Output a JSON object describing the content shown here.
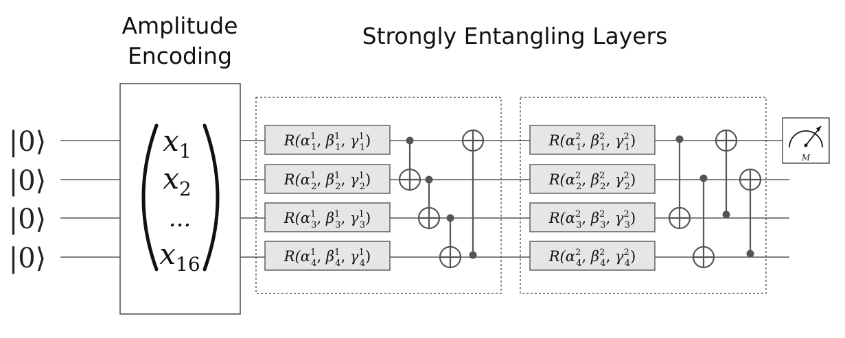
{
  "titles": {
    "encoding_line1": "Amplitude",
    "encoding_line2": "Encoding",
    "layers": "Strongly Entangling Layers"
  },
  "inputs": [
    "|0⟩",
    "|0⟩",
    "|0⟩",
    "|0⟩"
  ],
  "vector": {
    "entries": [
      {
        "base": "x",
        "sub": "1"
      },
      {
        "base": "x",
        "sub": "2"
      },
      {
        "base": "...",
        "sub": ""
      },
      {
        "base": "x",
        "sub": "16"
      }
    ]
  },
  "layers": [
    {
      "index": "1",
      "gates": [
        {
          "prefix": "R(",
          "a": "α",
          "b": "β",
          "c": "γ",
          "sup": "1",
          "sub": "1",
          "suffix": ")"
        },
        {
          "prefix": "R(",
          "a": "α",
          "b": "β",
          "c": "γ",
          "sup": "1",
          "sub": "2",
          "suffix": ")"
        },
        {
          "prefix": "R(",
          "a": "α",
          "b": "β",
          "c": "γ",
          "sup": "1",
          "sub": "3",
          "suffix": ")"
        },
        {
          "prefix": "R(",
          "a": "α",
          "b": "β",
          "c": "γ",
          "sup": "1",
          "sub": "4",
          "suffix": ")"
        }
      ],
      "cnots": [
        {
          "control": 0,
          "target": 1
        },
        {
          "control": 1,
          "target": 2
        },
        {
          "control": 2,
          "target": 3
        },
        {
          "control": 3,
          "target": 0
        }
      ]
    },
    {
      "index": "2",
      "gates": [
        {
          "prefix": "R(",
          "a": "α",
          "b": "β",
          "c": "γ",
          "sup": "2",
          "sub": "1",
          "suffix": ")"
        },
        {
          "prefix": "R(",
          "a": "α",
          "b": "β",
          "c": "γ",
          "sup": "2",
          "sub": "2",
          "suffix": ")"
        },
        {
          "prefix": "R(",
          "a": "α",
          "b": "β",
          "c": "γ",
          "sup": "2",
          "sub": "3",
          "suffix": ")"
        },
        {
          "prefix": "R(",
          "a": "α",
          "b": "β",
          "c": "γ",
          "sup": "2",
          "sub": "4",
          "suffix": ")"
        }
      ],
      "cnots": [
        {
          "control": 0,
          "target": 2
        },
        {
          "control": 1,
          "target": 3
        },
        {
          "control": 2,
          "target": 0
        },
        {
          "control": 3,
          "target": 1
        }
      ]
    }
  ],
  "measurement": {
    "label": "M",
    "icon": "meter-icon"
  }
}
